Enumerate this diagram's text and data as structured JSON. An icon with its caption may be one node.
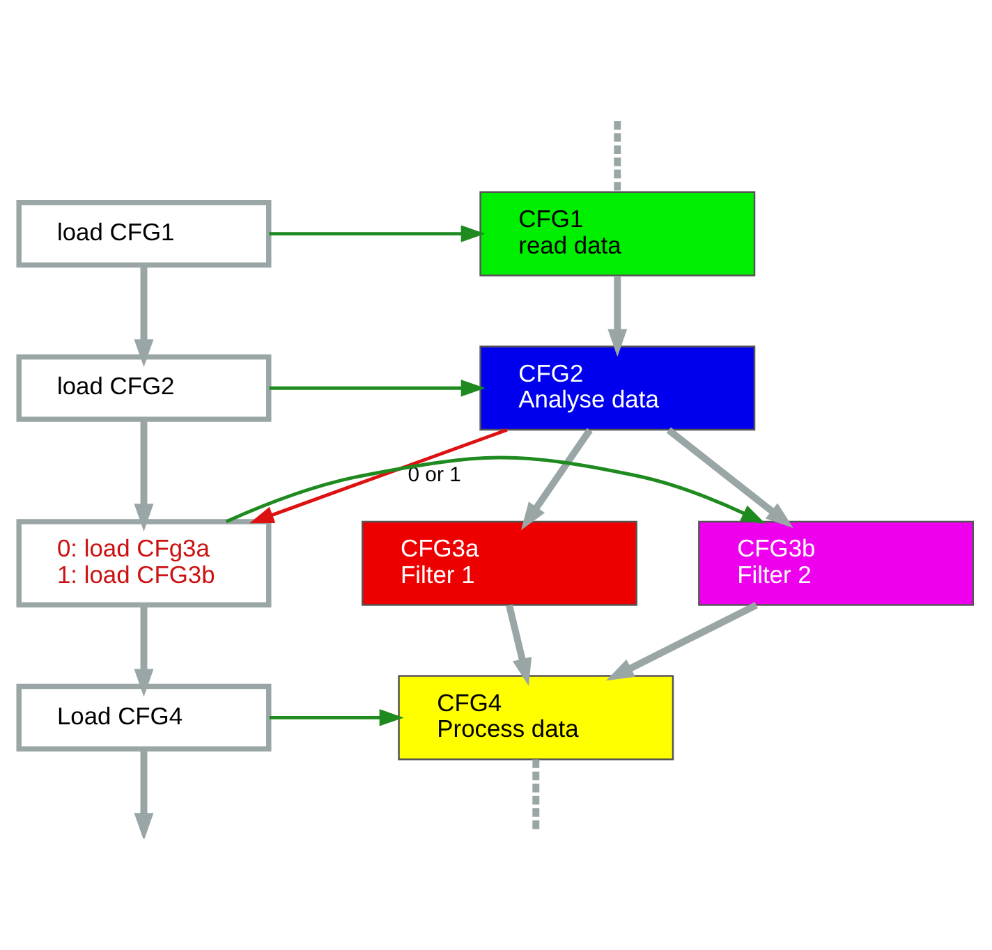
{
  "diagram": {
    "nodes": [
      {
        "text": [
          "CFG1",
          "read data"
        ]
      },
      {
        "text": [
          "CFG2",
          "Analyse data"
        ]
      },
      {
        "text": [
          "CFG3a",
          "Filter 1"
        ]
      },
      {
        "text": [
          "CFG3b",
          "Filter 2"
        ]
      },
      {
        "text": [
          "CFG4",
          "Process data"
        ]
      },
      {
        "text": [
          "load CFG1"
        ]
      },
      {
        "text": [
          "load CFG2"
        ]
      },
      {
        "text": [
          "0: load CFg3a",
          "1: load CFG3b"
        ]
      },
      {
        "text": [
          "Load CFG4"
        ]
      }
    ],
    "edges": [
      {
        "from": null,
        "to": 0,
        "arrow": "none",
        "style": "dashed"
      },
      {
        "from": 0,
        "to": 1,
        "arrow": "to"
      },
      {
        "from": 1,
        "to": 2,
        "arrow": "to"
      },
      {
        "from": 1,
        "to": 3,
        "arrow": "to"
      },
      {
        "from": 2,
        "to": 4,
        "arrow": "to"
      },
      {
        "from": 3,
        "to": 4,
        "arrow": "to"
      },
      {
        "from": 4,
        "to": null,
        "arrow": "none",
        "style": "dashed"
      },
      {
        "from": 5,
        "to": 6,
        "arrow": "to"
      },
      {
        "from": 6,
        "to": 7,
        "arrow": "to"
      },
      {
        "from": 7,
        "to": 8,
        "arrow": "to"
      },
      {
        "from": 8,
        "to": null,
        "arrow": "to"
      },
      {
        "from": 5,
        "to": 0,
        "arrow": "to",
        "color": "#1f8a1f"
      },
      {
        "from": 6,
        "to": 1,
        "arrow": "to",
        "color": "#1f8a1f"
      },
      {
        "from": 1,
        "to": 7,
        "arrow": "to",
        "label": "0 or 1",
        "color": "#dd1111"
      },
      {
        "from": 7,
        "to": 3,
        "arrow": "to",
        "color": "#1f8a1f"
      },
      {
        "from": 8,
        "to": 4,
        "arrow": "to",
        "color": "#1f8a1f"
      }
    ]
  }
}
